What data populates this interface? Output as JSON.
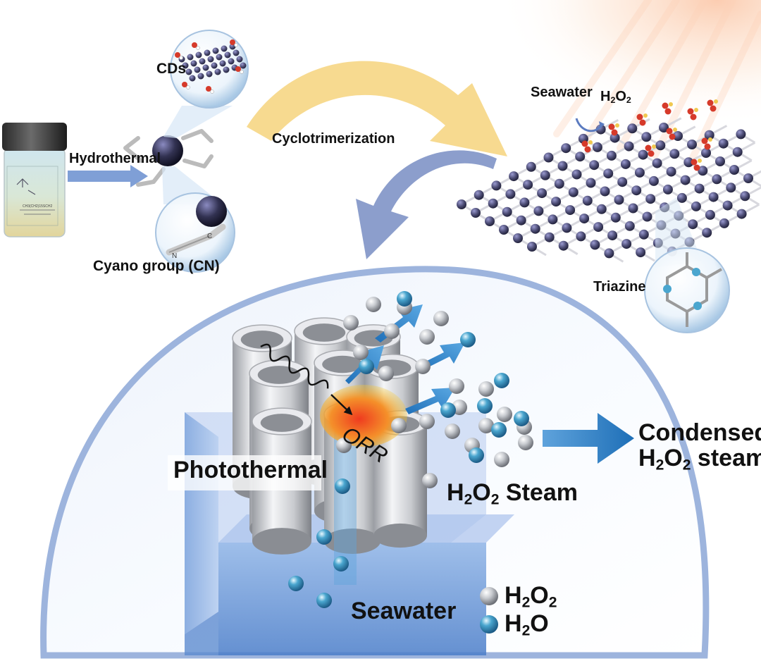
{
  "labels": {
    "cds": "CDs",
    "hydrothermal": "Hydrothermal",
    "cyclotrimerization": "Cyclotrimerization",
    "cyano_group": "Cyano group (CN)",
    "seawater_top": "Seawater",
    "h2o2_top_main": "H",
    "h2o2_top_sub1": "2",
    "h2o2_top_o": "O",
    "h2o2_top_sub2": "2",
    "triazine": "Triazine",
    "orr": "ORR",
    "photothermal": "Photothermal",
    "steam_h": "H",
    "steam_sub1": "2",
    "steam_o": "O",
    "steam_sub2": "2",
    "steam_word": " Steam",
    "condensed_line1": "Condensed",
    "condensed_h": "H",
    "condensed_sub1": "2",
    "condensed_o": "O",
    "condensed_sub2": "2",
    "condensed_steam": " steam",
    "seawater_bottom": "Seawater",
    "legend_h2o2_h": "H",
    "legend_h2o2_sub1": "2",
    "legend_h2o2_o": "O",
    "legend_h2o2_sub2": "2",
    "legend_h2o_h": "H",
    "legend_h2o_sub": "2",
    "legend_h2o_o": "O",
    "vial_text": "CH3(CH2)15SCH2"
  },
  "colors": {
    "dome_border": "#9db4dd",
    "arrow_blue": "#2f80c8",
    "arrow_yellow": "#f7d88a",
    "arrow_lavender": "#7f93c6",
    "tube_gray": "#c9cbcf",
    "lattice_atom": "#4a4a72",
    "h2o2_sphere": "#b9bcc2",
    "h2o_sphere": "#4aa6cf",
    "orr_hot": "#ef3b1f",
    "orr_glow": "#f5d23a"
  }
}
